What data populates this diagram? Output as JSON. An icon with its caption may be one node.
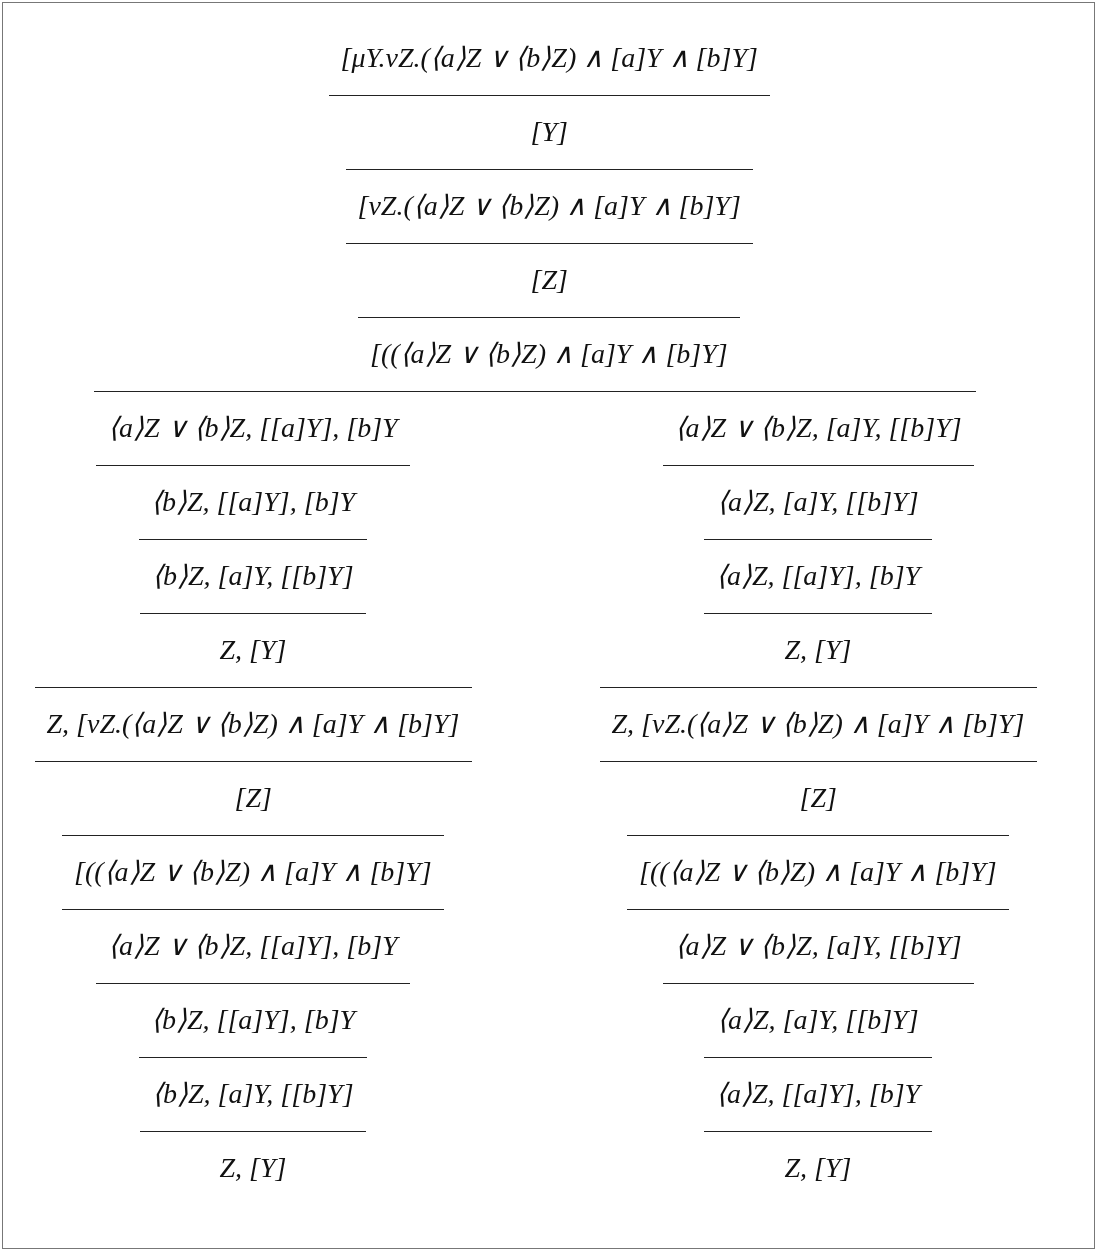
{
  "diagram": {
    "labels": [
      "[μY.νZ.(⟨a⟩Z ∨ ⟨b⟩Z) ∧ [a]Y ∧ [b]Y]",
      "[Y]",
      "[νZ.(⟨a⟩Z ∨ ⟨b⟩Z) ∧ [a]Y ∧ [b]Y]",
      "[Z]",
      "[((⟨a⟩Z ∨ ⟨b⟩Z) ∧ [a]Y ∧ [b]Y]",
      "⟨a⟩Z ∨ ⟨b⟩Z, [[a]Y], [b]Y",
      "⟨a⟩Z ∨ ⟨b⟩Z, [a]Y, [[b]Y]",
      "⟨b⟩Z, [[a]Y], [b]Y",
      "⟨a⟩Z, [a]Y, [[b]Y]",
      "⟨b⟩Z, [a]Y, [[b]Y]",
      "⟨a⟩Z, [[a]Y], [b]Y",
      "Z, [Y]",
      "Z, [Y]",
      "Z, [νZ.(⟨a⟩Z ∨ ⟨b⟩Z) ∧ [a]Y ∧ [b]Y]",
      "Z, [νZ.(⟨a⟩Z ∨ ⟨b⟩Z) ∧ [a]Y ∧ [b]Y]",
      "[Z]",
      "[Z]",
      "[((⟨a⟩Z ∨ ⟨b⟩Z) ∧ [a]Y ∧ [b]Y]",
      "[((⟨a⟩Z ∨ ⟨b⟩Z) ∧ [a]Y ∧ [b]Y]",
      "⟨a⟩Z ∨ ⟨b⟩Z, [[a]Y], [b]Y",
      "⟨a⟩Z ∨ ⟨b⟩Z, [a]Y, [[b]Y]",
      "⟨b⟩Z, [[a]Y], [b]Y",
      "⟨a⟩Z, [a]Y, [[b]Y]",
      "⟨b⟩Z, [a]Y, [[b]Y]",
      "⟨a⟩Z, [[a]Y], [b]Y",
      "Z, [Y]",
      "Z, [Y]"
    ]
  }
}
